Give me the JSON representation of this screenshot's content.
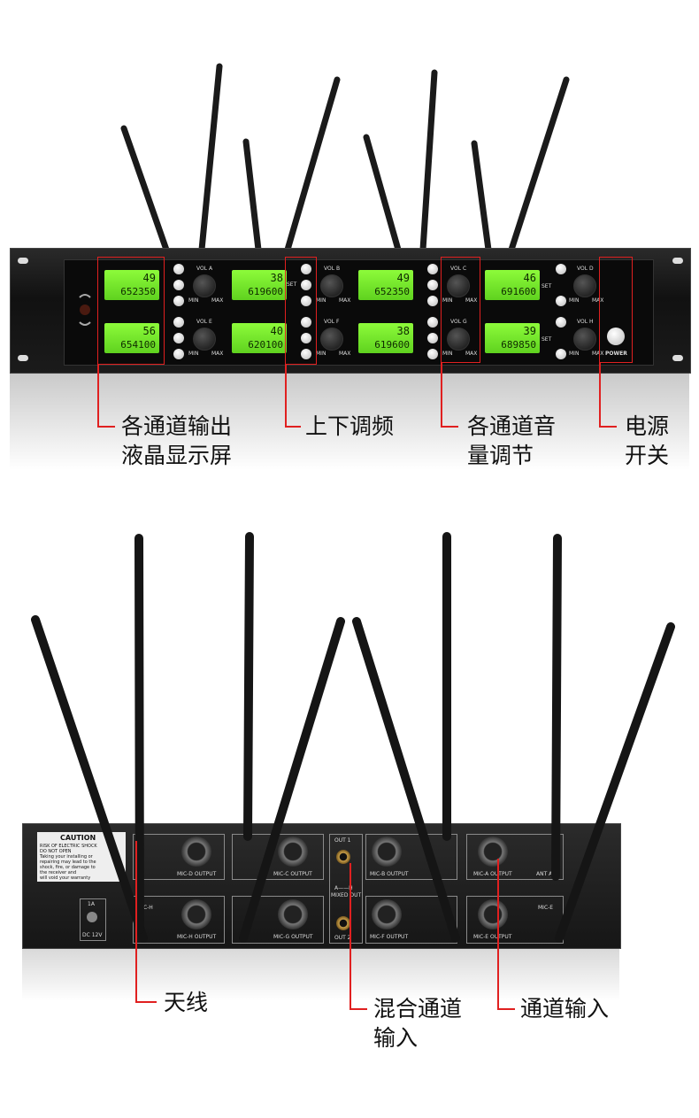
{
  "front": {
    "power_label": "POWER",
    "set_label": "SET",
    "min_label": "MIN",
    "max_label": "MAX",
    "channels": [
      {
        "vol": "VOL A",
        "ch": "49",
        "freq": "652350"
      },
      {
        "vol": "VOL B",
        "ch": "38",
        "freq": "619600"
      },
      {
        "vol": "VOL C",
        "ch": "49",
        "freq": "652350"
      },
      {
        "vol": "VOL D",
        "ch": "46",
        "freq": "691600"
      },
      {
        "vol": "VOL E",
        "ch": "56",
        "freq": "654100"
      },
      {
        "vol": "VOL F",
        "ch": "40",
        "freq": "620100"
      },
      {
        "vol": "VOL G",
        "ch": "38",
        "freq": "619600"
      },
      {
        "vol": "VOL H",
        "ch": "39",
        "freq": "689850"
      }
    ]
  },
  "callouts_top": {
    "lcd_line1": "各通道输出",
    "lcd_line2": "液晶显示屏",
    "freq": "上下调频",
    "vol_line1": "各通道音",
    "vol_line2": "量调节",
    "power_line1": "电源",
    "power_line2": "开关"
  },
  "rear": {
    "caution": "CAUTION",
    "caution_lines": [
      "RISK OF ELECTRIC SHOCK",
      "DO NOT OPEN",
      "Taking your installing or",
      "repairing may lead to the",
      "shock, fire, or damage to",
      "the receiver and",
      "will void your warranty"
    ],
    "fuse": "1A",
    "dc": "DC 12V",
    "out1": "OUT 1",
    "out2": "OUT 2",
    "mixed_top": "A——H",
    "mixed_bottom": "MIXED OUT",
    "mic_output_labels": [
      "MIC-D OUTPUT",
      "MIC-C OUTPUT",
      "MIC-B OUTPUT",
      "MIC-A OUTPUT",
      "MIC-H OUTPUT",
      "MIC-G OUTPUT",
      "MIC-F OUTPUT",
      "MIC-E OUTPUT"
    ],
    "mic_h": "MIC-H",
    "mic_e": "MIC-E",
    "ant_label": "ANT A"
  },
  "callouts_bottom": {
    "antenna": "天线",
    "mixed_line1": "混合通道",
    "mixed_line2": "输入",
    "channel_in": "通道输入"
  }
}
